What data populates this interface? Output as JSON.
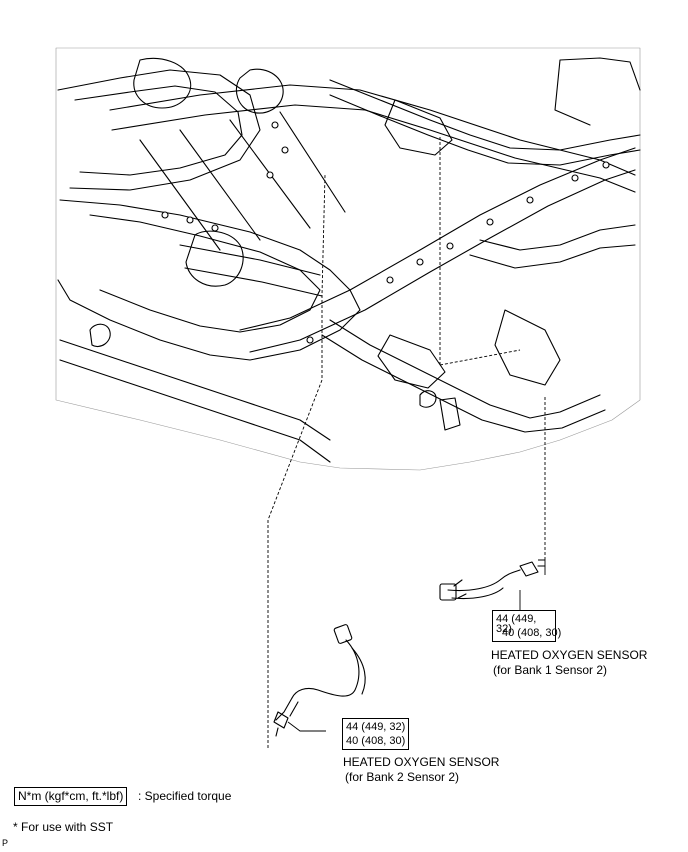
{
  "sensors": {
    "bank1": {
      "name": "HEATED OXYGEN SENSOR",
      "location": "(for Bank 1 Sensor 2)",
      "torque_line1": "44 (449,",
      "torque_line1b": "32)",
      "torque_line2": "40 (408, 30)"
    },
    "bank2": {
      "name": "HEATED OXYGEN SENSOR",
      "location": "(for Bank 2 Sensor 2)",
      "torque_line1": "44 (449, 32)",
      "torque_line2": "40 (408, 30)"
    }
  },
  "legend": {
    "unit_label": "N*m (kgf*cm, ft.*lbf)",
    "unit_desc": ": Specified torque",
    "sst_note": "* For use with SST"
  },
  "corner_mark": "P"
}
